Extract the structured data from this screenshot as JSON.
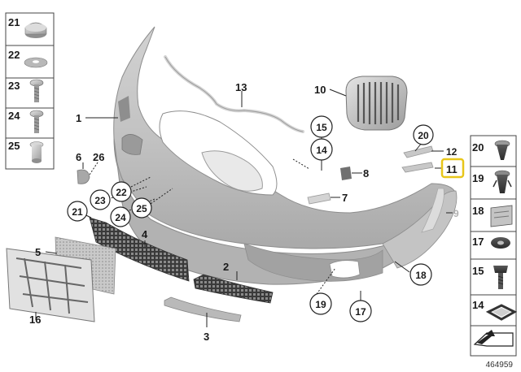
{
  "figure": {
    "reference_number": "464959",
    "left_column": [
      {
        "label": "21",
        "part": "cap"
      },
      {
        "label": "22",
        "part": "washer"
      },
      {
        "label": "23",
        "part": "screw"
      },
      {
        "label": "24",
        "part": "screw"
      },
      {
        "label": "25",
        "part": "sleeve-nut"
      }
    ],
    "right_column": [
      {
        "label": "20",
        "part": "clip"
      },
      {
        "label": "19",
        "part": "clip"
      },
      {
        "label": "18",
        "part": "clamp"
      },
      {
        "label": "17",
        "part": "nut"
      },
      {
        "label": "15",
        "part": "screw"
      },
      {
        "label": "14",
        "part": "frame-nut"
      },
      {
        "label": "",
        "part": "arrow-plate"
      }
    ],
    "main_labels": {
      "p1": "1",
      "p2": "2",
      "p3": "3",
      "p4": "4",
      "p5": "5",
      "p6": "6",
      "p7": "7",
      "p8": "8",
      "p9": "9",
      "p10": "10",
      "p11": "11",
      "p12": "12",
      "p13": "13",
      "p16": "16",
      "p26": "26"
    },
    "circled_labels": {
      "c14": "14",
      "c15": "15",
      "c17": "17",
      "c18": "18",
      "c19": "19",
      "c20": "20",
      "c21": "21",
      "c22": "22",
      "c23": "23",
      "c24": "24",
      "c25": "25"
    },
    "highlight_color": "#e8c619"
  }
}
